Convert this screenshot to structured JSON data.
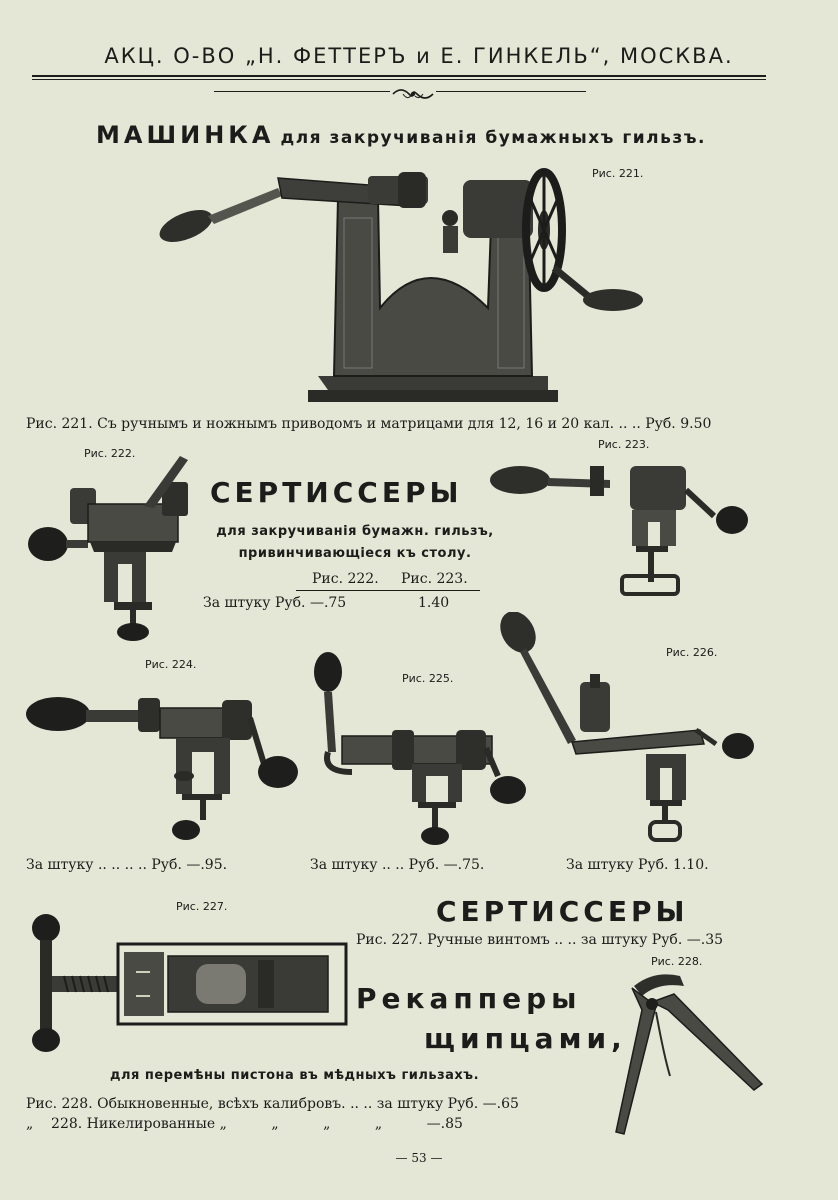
{
  "header": {
    "company": "АКЦ. О-ВО „Н. ФЕТТЕРЪ и Е. ГИНКЕЛЬ“, МОСКВА."
  },
  "machine": {
    "title": "МАШИНКА",
    "title_sub": "для закручиванія бумажныхъ гильзъ.",
    "fig_label": "Рис. 221.",
    "caption": "Рис. 221. Съ ручнымъ и ножнымъ приводомъ и матрицами для 12, 16 и 20 кал. .. .. Руб. 9.50"
  },
  "sertissery1": {
    "fig222": "Рис. 222.",
    "fig223": "Рис. 223.",
    "title": "СЕРТИССЕРЫ",
    "sub1": "для закручиванія бумажн. гильзъ,",
    "sub2": "привинчивающіеся къ столу.",
    "col1": "Рис. 222.",
    "col2": "Рис. 223.",
    "price_label": "За штуку Руб. —.75",
    "price2": "1.40"
  },
  "row3": {
    "fig224": "Рис. 224.",
    "fig225": "Рис. 225.",
    "fig226": "Рис. 226.",
    "price224": "За штуку .. .. .. .. Руб. —.95.",
    "price225": "За штуку .. .. Руб. —.75.",
    "price226": "За штуку Руб. 1.10."
  },
  "sertissery2": {
    "fig227": "Рис. 227.",
    "title": "СЕРТИССЕРЫ",
    "caption": "Рис. 227. Ручные винтомъ .. .. за штуку Руб. —.35"
  },
  "recappers": {
    "fig228": "Рис. 228.",
    "title1": "Рекапперы",
    "title2": "щипцами,",
    "sub": "для перемѣны пистона въ мѣдныхъ гильзахъ.",
    "line1": "Рис. 228. Обыкновенные, всѣхъ калибровъ. .. .. за штуку Руб. —.65",
    "line2": "„    228. Никелированные „          „          „          „          —.85"
  },
  "footer": {
    "page": "— 53 —"
  }
}
